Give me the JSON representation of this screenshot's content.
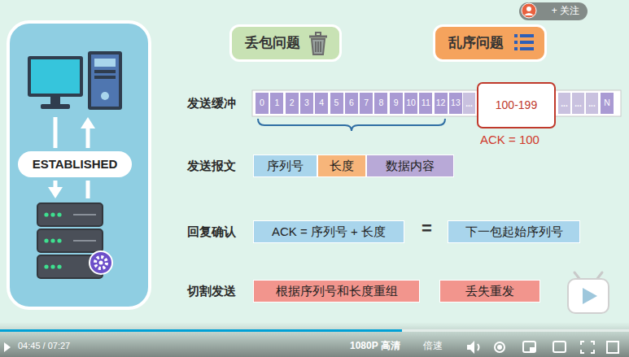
{
  "diagram": {
    "nodes": [
      {
        "text": [
          "丢包问题"
        ]
      },
      {
        "text": [
          "乱序问题"
        ]
      },
      {
        "text": [
          "+ 关注"
        ]
      },
      {
        "text": [
          "ESTABLISHED"
        ]
      },
      {
        "text": [
          "0"
        ]
      },
      {
        "text": [
          "1"
        ]
      },
      {
        "text": [
          "2"
        ]
      },
      {
        "text": [
          "3"
        ]
      },
      {
        "text": [
          "4"
        ]
      },
      {
        "text": [
          "5"
        ]
      },
      {
        "text": [
          "6"
        ]
      },
      {
        "text": [
          "7"
        ]
      },
      {
        "text": [
          "8"
        ]
      },
      {
        "text": [
          "9"
        ]
      },
      {
        "text": [
          "10"
        ]
      },
      {
        "text": [
          "11"
        ]
      },
      {
        "text": [
          "12"
        ]
      },
      {
        "text": [
          "13"
        ]
      },
      {
        "text": [
          "..."
        ]
      },
      {
        "text": [
          "100-199"
        ]
      },
      {
        "text": [
          "..."
        ]
      },
      {
        "text": [
          "..."
        ]
      },
      {
        "text": [
          "..."
        ]
      },
      {
        "text": [
          "N"
        ]
      },
      {
        "text": [
          "序列号"
        ]
      },
      {
        "text": [
          "长度"
        ]
      },
      {
        "text": [
          "数据内容"
        ]
      },
      {
        "text": [
          "ACK = 序列号 + 长度"
        ]
      },
      {
        "text": [
          "下一包起始序列号"
        ]
      },
      {
        "text": [
          "根据序列号和长度重组"
        ]
      },
      {
        "text": [
          "丢失重发"
        ]
      }
    ],
    "labels": [
      "发送缓冲",
      "ACK = 100",
      "发送报文",
      "回复确认",
      "=",
      "切割发送",
      "04:45 / 07:27",
      "1080P 高清",
      "倍速"
    ]
  }
}
